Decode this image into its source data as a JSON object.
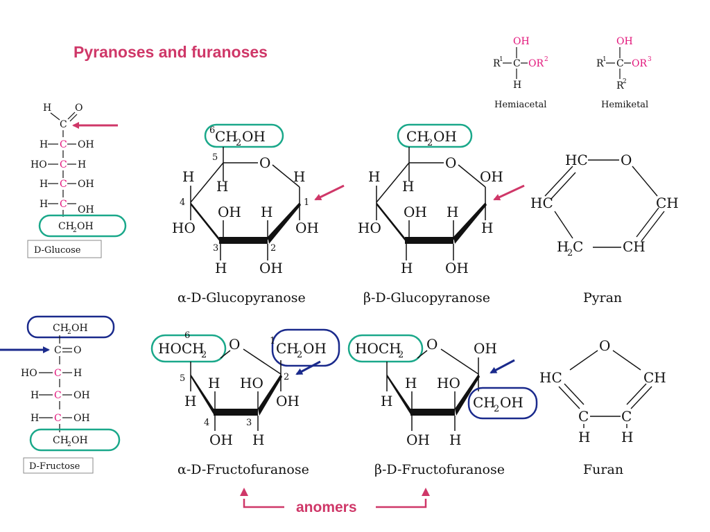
{
  "title": "Pyranoses and furanoses",
  "colors": {
    "accent": "#cf3768",
    "teal": "#1aa88a",
    "navy": "#1a2a8c",
    "pink": "#e2147a"
  },
  "legend": {
    "hemiacetal_label": "Hemiacetal",
    "hemiketal_label": "Hemiketal"
  },
  "fischer": {
    "glucose_label": "D-Glucose",
    "fructose_label": "D-Fructose"
  },
  "structures": {
    "alpha_glucopyranose": "α-D-Glucopyranose",
    "beta_glucopyranose": "β-D-Glucopyranose",
    "pyran": "Pyran",
    "alpha_fructofuranose": "α-D-Fructofuranose",
    "beta_fructofuranose": "β-D-Fructofuranose",
    "furan": "Furan"
  },
  "anomers_label": "anomers"
}
